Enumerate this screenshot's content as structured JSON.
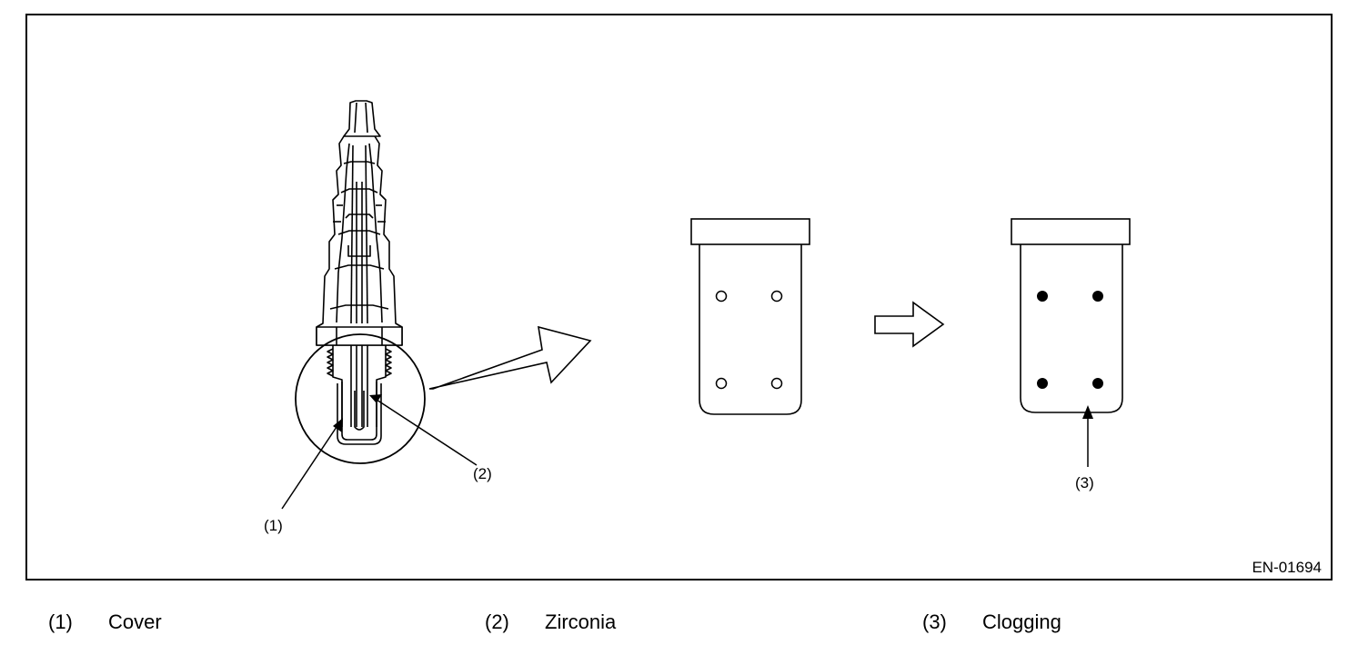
{
  "figure": {
    "code": "EN-01694",
    "callouts": {
      "c1": "(1)",
      "c2": "(2)",
      "c3": "(3)"
    }
  },
  "legend": [
    {
      "num": "(1)",
      "text": "Cover"
    },
    {
      "num": "(2)",
      "text": "Zirconia"
    },
    {
      "num": "(3)",
      "text": "Clogging"
    }
  ],
  "colors": {
    "line": "#000000",
    "background": "#ffffff"
  }
}
